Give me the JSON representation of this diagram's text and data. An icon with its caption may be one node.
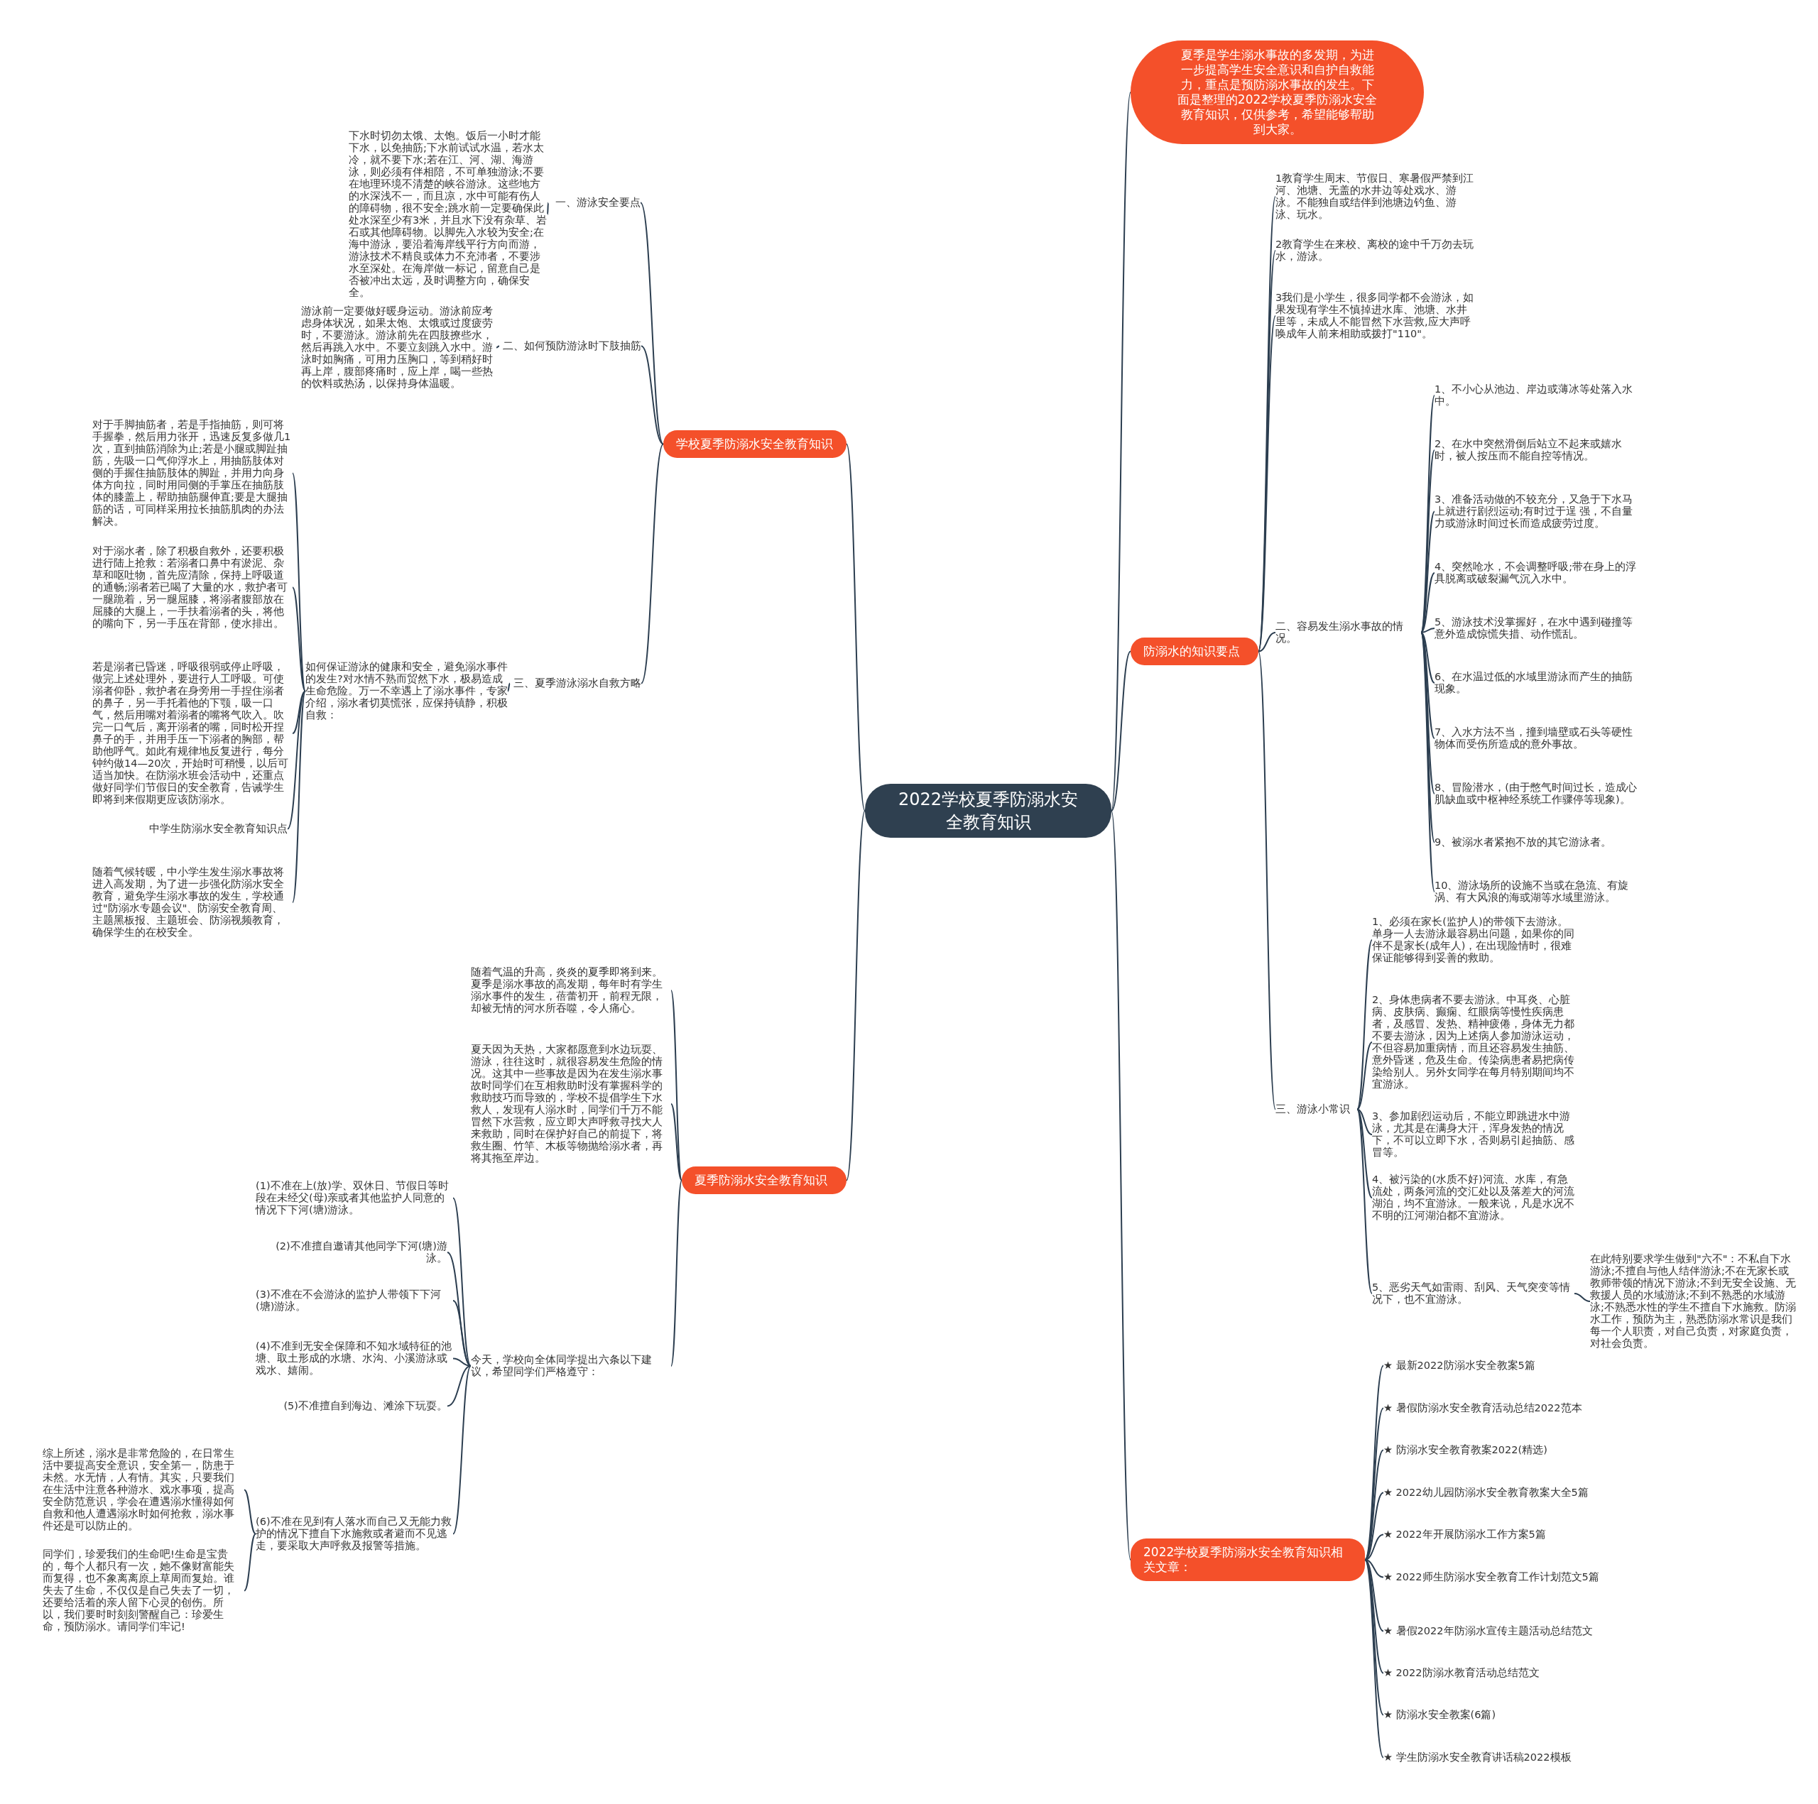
{
  "diagram": {
    "nodes": [
      {
        "text": [
          "2022学校夏季防溺水安全教育知识"
        ]
      },
      {
        "text": [
          "夏季是学生溺水事故的多发期，为进一步提高学生安全意识和自护自救能力，重点是预防溺水事故的发生。下面是整理的2022学校夏季防溺水安全教育知识，仅供参考，希望能够帮助到大家。"
        ]
      },
      {
        "text": [
          "防溺水的知识要点"
        ]
      },
      {
        "text": [
          "1教育学生周末、节假日、寒暑假严禁到江河、池塘、无盖的水井边等处戏水、游泳。不能独自或结伴到池塘边钓鱼、游泳、玩水。"
        ]
      },
      {
        "text": [
          "2教育学生在来校、离校的途中千万勿去玩水，游泳。"
        ]
      },
      {
        "text": [
          "3我们是小学生，很多同学都不会游泳，如果发现有学生不慎掉进水库、池塘、水井里等，未成人不能冒然下水营救,应大声呼唤成年人前来相助或拨打\"110\"。"
        ]
      },
      {
        "text": [
          "二、容易发生溺水事故的情况。"
        ]
      },
      {
        "text": [
          "1、不小心从池边、岸边或薄冰等处落入水中。"
        ]
      },
      {
        "text": [
          "2、在水中突然滑倒后站立不起来或嬉水时，被人按压而不能自控等情况。"
        ]
      },
      {
        "text": [
          "3、准备活动做的不较充分，又急于下水马上就进行剧烈运动;有时过于逞 强，不自量力或游泳时间过长而造成疲劳过度。"
        ]
      },
      {
        "text": [
          "4、突然呛水，不会调整呼吸;带在身上的浮具脱离或破裂漏气沉入水中。"
        ]
      },
      {
        "text": [
          "5、游泳技术没掌握好，在水中遇到碰撞等意外造成惊慌失措、动作慌乱。"
        ]
      },
      {
        "text": [
          "6、在水温过低的水域里游泳而产生的抽筋现象。"
        ]
      },
      {
        "text": [
          "7、入水方法不当，撞到墙壁或石头等硬性物体而受伤所造成的意外事故。"
        ]
      },
      {
        "text": [
          "8、冒险潜水，(由于憋气时间过长，造成心肌缺血或中枢神经系统工作骤停等现象)。"
        ]
      },
      {
        "text": [
          "9、被溺水者紧抱不放的其它游泳者。"
        ]
      },
      {
        "text": [
          "10、游泳场所的设施不当或在急流、有旋涡、有大风浪的海或湖等水域里游泳。"
        ]
      },
      {
        "text": [
          "三、游泳小常识"
        ]
      },
      {
        "text": [
          "1、必须在家长(监护人)的带领下去游泳。单身一人去游泳最容易出问题，如果你的同伴不是家长(成年人)，在出现险情时，很难保证能够得到妥善的救助。"
        ]
      },
      {
        "text": [
          "2、身体患病者不要去游泳。中耳炎、心脏病、皮肤病、癫痫、红眼病等慢性疾病患者，及感冒、发热、精神疲倦，身体无力都不要去游泳，因为上述病人参加游泳运动，不但容易加重病情，而且还容易发生抽筋、意外昏迷，危及生命。传染病患者易把病传染给别人。另外女同学在每月特别期间均不宜游泳。"
        ]
      },
      {
        "text": [
          "3、参加剧烈运动后，不能立即跳进水中游泳，尤其是在满身大汗，浑身发热的情况下，不可以立即下水，否则易引起抽筋、感冒等。"
        ]
      },
      {
        "text": [
          "4、被污染的(水质不好)河流、水库，有急流处，两条河流的交汇处以及落差大的河流湖泊，均不宜游泳。一般来说，凡是水况不不明的江河湖泊都不宜游泳。"
        ]
      },
      {
        "text": [
          "5、恶劣天气如雷雨、刮风、天气突变等情况下，也不宜游泳。"
        ]
      },
      {
        "text": [
          "在此特别要求学生做到\"六不\"：不私自下水游泳;不擅自与他人结伴游泳;不在无家长或教师带领的情况下游泳;不到无安全设施、无救援人员的水域游泳;不到不熟悉的水域游泳;不熟悉水性的学生不擅自下水施救。防溺水工作，预防为主，熟悉防溺水常识是我们每一个人职责，对自己负责，对家庭负责，对社会负责。"
        ]
      },
      {
        "text": [
          "2022学校夏季防溺水安全教育知识相关文章："
        ]
      },
      {
        "text": [
          "★ 最新2022防溺水安全教案5篇"
        ]
      },
      {
        "text": [
          "★ 暑假防溺水安全教育活动总结2022范本"
        ]
      },
      {
        "text": [
          "★ 防溺水安全教育教案2022(精选)"
        ]
      },
      {
        "text": [
          "★ 2022幼儿园防溺水安全教育教案大全5篇"
        ]
      },
      {
        "text": [
          "★ 2022年开展防溺水工作方案5篇"
        ]
      },
      {
        "text": [
          "★ 2022师生防溺水安全教育工作计划范文5篇"
        ]
      },
      {
        "text": [
          "★ 暑假2022年防溺水宣传主题活动总结范文"
        ]
      },
      {
        "text": [
          "★ 2022防溺水教育活动总结范文"
        ]
      },
      {
        "text": [
          "★ 防溺水安全教案(6篇)"
        ]
      },
      {
        "text": [
          "★ 学生防溺水安全教育讲话稿2022模板"
        ]
      },
      {
        "text": [
          "学校夏季防溺水安全教育知识"
        ]
      },
      {
        "text": [
          "一、游泳安全要点"
        ]
      },
      {
        "text": [
          "下水时切勿太饿、太饱。饭后一小时才能下水，以免抽筋;下水前试试水温，若水太冷，就不要下水;若在江、河、湖、海游泳，则必须有伴相陪，不可单独游泳;不要在地理环境不清楚的峡谷游泳。这些地方的水深浅不一，而且凉，水中可能有伤人的障碍物，很不安全;跳水前一定要确保此处水深至少有3米，并且水下没有杂草、岩石或其他障碍物。以脚先入水较为安全;在海中游泳，要沿着海岸线平行方向而游，游泳技术不精良或体力不充沛者，不要涉水至深处。在海岸做一标记，留意自己是否被冲出太远，及时调整方向，确保安全。"
        ]
      },
      {
        "text": [
          "二、如何预防游泳时下肢抽筋"
        ]
      },
      {
        "text": [
          "游泳前一定要做好暖身运动。游泳前应考虑身体状况，如果太饱、太饿或过度疲劳时，不要游泳。游泳前先在四肢撩些水，然后再跳入水中。不要立刻跳入水中。游泳时如胸痛，可用力压胸口，等到稍好时再上岸，腹部疼痛时，应上岸，喝一些热的饮料或热汤，以保持身体温暖。"
        ]
      },
      {
        "text": [
          "三、夏季游泳溺水自救方略"
        ]
      },
      {
        "text": [
          "如何保证游泳的健康和安全，避免溺水事件的发生?对水情不熟而贸然下水，极易造成生命危险。万一不幸遇上了溺水事件，专家介绍，溺水者切莫慌张，应保持镇静，积极自救："
        ]
      },
      {
        "text": [
          "对于手脚抽筋者，若是手指抽筋，则可将手握拳，然后用力张开，迅速反复多做几1次，直到抽筋消除为止;若是小腿或脚趾抽筋，先吸一口气仰浮水上，用抽筋肢体对侧的手握住抽筋肢体的脚趾，并用力向身体方向拉，同时用同侧的手掌压在抽筋肢体的膝盖上，帮助抽筋腿伸直;要是大腿抽筋的话，可同样采用拉长抽筋肌肉的办法解决。"
        ]
      },
      {
        "text": [
          "对于溺水者，除了积极自救外，还要积极进行陆上抢救：若溺者口鼻中有淤泥、杂草和呕吐物，首先应清除，保持上呼吸道的通畅;溺者若已喝了大量的水，救护者可一腿跪着，另一腿屈膝，将溺者腹部放在屈膝的大腿上，一手扶着溺者的头，将他的嘴向下，另一手压在背部，使水排出。"
        ]
      },
      {
        "text": [
          "若是溺者已昏迷，呼吸很弱或停止呼吸，做完上述处理外，要进行人工呼吸。可使溺者仰卧，救护者在身旁用一手捏住溺者的鼻子，另一手托着他的下颚，吸一口气，然后用嘴对着溺者的嘴将气吹入。吹完一口气后，离开溺者的嘴，同时松开捏鼻子的手，并用手压一下溺者的胸部，帮助他呼气。如此有规律地反复进行，每分钟约做14—20次，开始时可稍慢，以后可适当加快。在防溺水班会活动中，还重点做好同学们节假日的安全教育，告诫学生即将到来假期更应该防溺水。"
        ]
      },
      {
        "text": [
          "中学生防溺水安全教育知识点"
        ]
      },
      {
        "text": [
          "随着气候转暖，中小学生发生溺水事故将进入高发期，为了进一步强化防溺水安全教育，避免学生溺水事故的发生，学校通过\"防溺水专题会议\"、防溺安全教育周、主题黑板报、主题班会、防溺视频教育，确保学生的在校安全。"
        ]
      },
      {
        "text": [
          "夏季防溺水安全教育知识"
        ]
      },
      {
        "text": [
          "随着气温的升高，炎炎的夏季即将到来。夏季是溺水事故的高发期，每年时有学生溺水事件的发生，蓓蕾初开，前程无限，却被无情的河水所吞噬，令人痛心。"
        ]
      },
      {
        "text": [
          "夏天因为天热，大家都愿意到水边玩耍、游泳，往往这时，就很容易发生危险的情况。这其中一些事故是因为在发生溺水事故时同学们在互相救助时没有掌握科学的救助技巧而导致的，学校不提倡学生下水救人，发现有人溺水时，同学们千万不能冒然下水营救，应立即大声呼救寻找大人来救助，同时在保护好自己的前提下，将救生圈、竹竿、木板等物抛给溺水者，再将其拖至岸边。"
        ]
      },
      {
        "text": [
          "今天，学校向全体同学提出六条以下建议，希望同学们严格遵守："
        ]
      },
      {
        "text": [
          "(1)不准在上(放)学、双休日、节假日等时段在未经父(母)亲或者其他监护人同意的情况下下河(塘)游泳。"
        ]
      },
      {
        "text": [
          "(2)不准擅自邀请其他同学下河(塘)游泳。"
        ]
      },
      {
        "text": [
          "(3)不准在不会游泳的监护人带领下下河(塘)游泳。"
        ]
      },
      {
        "text": [
          "(4)不准到无安全保障和不知水域特征的池塘、取土形成的水塘、水沟、小溪游泳或戏水、嬉闹。"
        ]
      },
      {
        "text": [
          "(5)不准擅自到海边、滩涂下玩耍。"
        ]
      },
      {
        "text": [
          "(6)不准在见到有人落水而自己又无能力救护的情况下擅自下水施救或者避而不见逃走，要采取大声呼救及报警等措施。"
        ]
      },
      {
        "text": [
          "综上所述，溺水是非常危险的，在日常生活中要提高安全意识，安全第一，防患于未然。水无情，人有情。其实，只要我们在生活中注意各种游水、戏水事项，提高安全防范意识，学会在遭遇溺水懂得如何自救和他人遭遇溺水时如何抢救，溺水事件还是可以防止的。"
        ]
      },
      {
        "text": [
          "同学们，珍爱我们的生命吧!生命是宝贵的，每个人都只有一次，她不像财富能失而复得，也不象离离原上草周而复始。谁失去了生命，不仅仅是自己失去了一切，还要给活着的亲人留下心灵的创伤。所以，我们要时时刻刻警醒自己：珍爱生命，预防溺水。请同学们牢记!"
        ]
      }
    ],
    "edges": [
      {
        "from": 0,
        "to": 1,
        "arrow": "none"
      },
      {
        "from": 0,
        "to": 2,
        "arrow": "none"
      },
      {
        "from": 0,
        "to": 24,
        "arrow": "none"
      },
      {
        "from": 0,
        "to": 35,
        "arrow": "none"
      },
      {
        "from": 0,
        "to": 47,
        "arrow": "none"
      },
      {
        "from": 2,
        "to": 3,
        "arrow": "none"
      },
      {
        "from": 2,
        "to": 4,
        "arrow": "none"
      },
      {
        "from": 2,
        "to": 5,
        "arrow": "none"
      },
      {
        "from": 2,
        "to": 6,
        "arrow": "none"
      },
      {
        "from": 2,
        "to": 17,
        "arrow": "none"
      },
      {
        "from": 6,
        "to": 7,
        "arrow": "none"
      },
      {
        "from": 6,
        "to": 8,
        "arrow": "none"
      },
      {
        "from": 6,
        "to": 9,
        "arrow": "none"
      },
      {
        "from": 6,
        "to": 10,
        "arrow": "none"
      },
      {
        "from": 6,
        "to": 11,
        "arrow": "none"
      },
      {
        "from": 6,
        "to": 12,
        "arrow": "none"
      },
      {
        "from": 6,
        "to": 13,
        "arrow": "none"
      },
      {
        "from": 6,
        "to": 14,
        "arrow": "none"
      },
      {
        "from": 6,
        "to": 15,
        "arrow": "none"
      },
      {
        "from": 6,
        "to": 16,
        "arrow": "none"
      },
      {
        "from": 17,
        "to": 18,
        "arrow": "none"
      },
      {
        "from": 17,
        "to": 19,
        "arrow": "none"
      },
      {
        "from": 17,
        "to": 20,
        "arrow": "none"
      },
      {
        "from": 17,
        "to": 21,
        "arrow": "none"
      },
      {
        "from": 17,
        "to": 22,
        "arrow": "none"
      },
      {
        "from": 22,
        "to": 23,
        "arrow": "none"
      },
      {
        "from": 24,
        "to": 25,
        "arrow": "none"
      },
      {
        "from": 24,
        "to": 26,
        "arrow": "none"
      },
      {
        "from": 24,
        "to": 27,
        "arrow": "none"
      },
      {
        "from": 24,
        "to": 28,
        "arrow": "none"
      },
      {
        "from": 24,
        "to": 29,
        "arrow": "none"
      },
      {
        "from": 24,
        "to": 30,
        "arrow": "none"
      },
      {
        "from": 24,
        "to": 31,
        "arrow": "none"
      },
      {
        "from": 24,
        "to": 32,
        "arrow": "none"
      },
      {
        "from": 24,
        "to": 33,
        "arrow": "none"
      },
      {
        "from": 24,
        "to": 34,
        "arrow": "none"
      },
      {
        "from": 35,
        "to": 36,
        "arrow": "none"
      },
      {
        "from": 35,
        "to": 38,
        "arrow": "none"
      },
      {
        "from": 35,
        "to": 40,
        "arrow": "none"
      },
      {
        "from": 36,
        "to": 37,
        "arrow": "none"
      },
      {
        "from": 38,
        "to": 39,
        "arrow": "none"
      },
      {
        "from": 40,
        "to": 41,
        "arrow": "none"
      },
      {
        "from": 41,
        "to": 42,
        "arrow": "none"
      },
      {
        "from": 41,
        "to": 43,
        "arrow": "none"
      },
      {
        "from": 41,
        "to": 44,
        "arrow": "none"
      },
      {
        "from": 41,
        "to": 45,
        "arrow": "none"
      },
      {
        "from": 41,
        "to": 46,
        "arrow": "none"
      },
      {
        "from": 47,
        "to": 48,
        "arrow": "none"
      },
      {
        "from": 47,
        "to": 49,
        "arrow": "none"
      },
      {
        "from": 47,
        "to": 50,
        "arrow": "none"
      },
      {
        "from": 50,
        "to": 51,
        "arrow": "none"
      },
      {
        "from": 50,
        "to": 52,
        "arrow": "none"
      },
      {
        "from": 50,
        "to": 53,
        "arrow": "none"
      },
      {
        "from": 50,
        "to": 54,
        "arrow": "none"
      },
      {
        "from": 50,
        "to": 55,
        "arrow": "none"
      },
      {
        "from": 50,
        "to": 56,
        "arrow": "none"
      },
      {
        "from": 56,
        "to": 57,
        "arrow": "none"
      },
      {
        "from": 56,
        "to": 58,
        "arrow": "none"
      }
    ]
  }
}
